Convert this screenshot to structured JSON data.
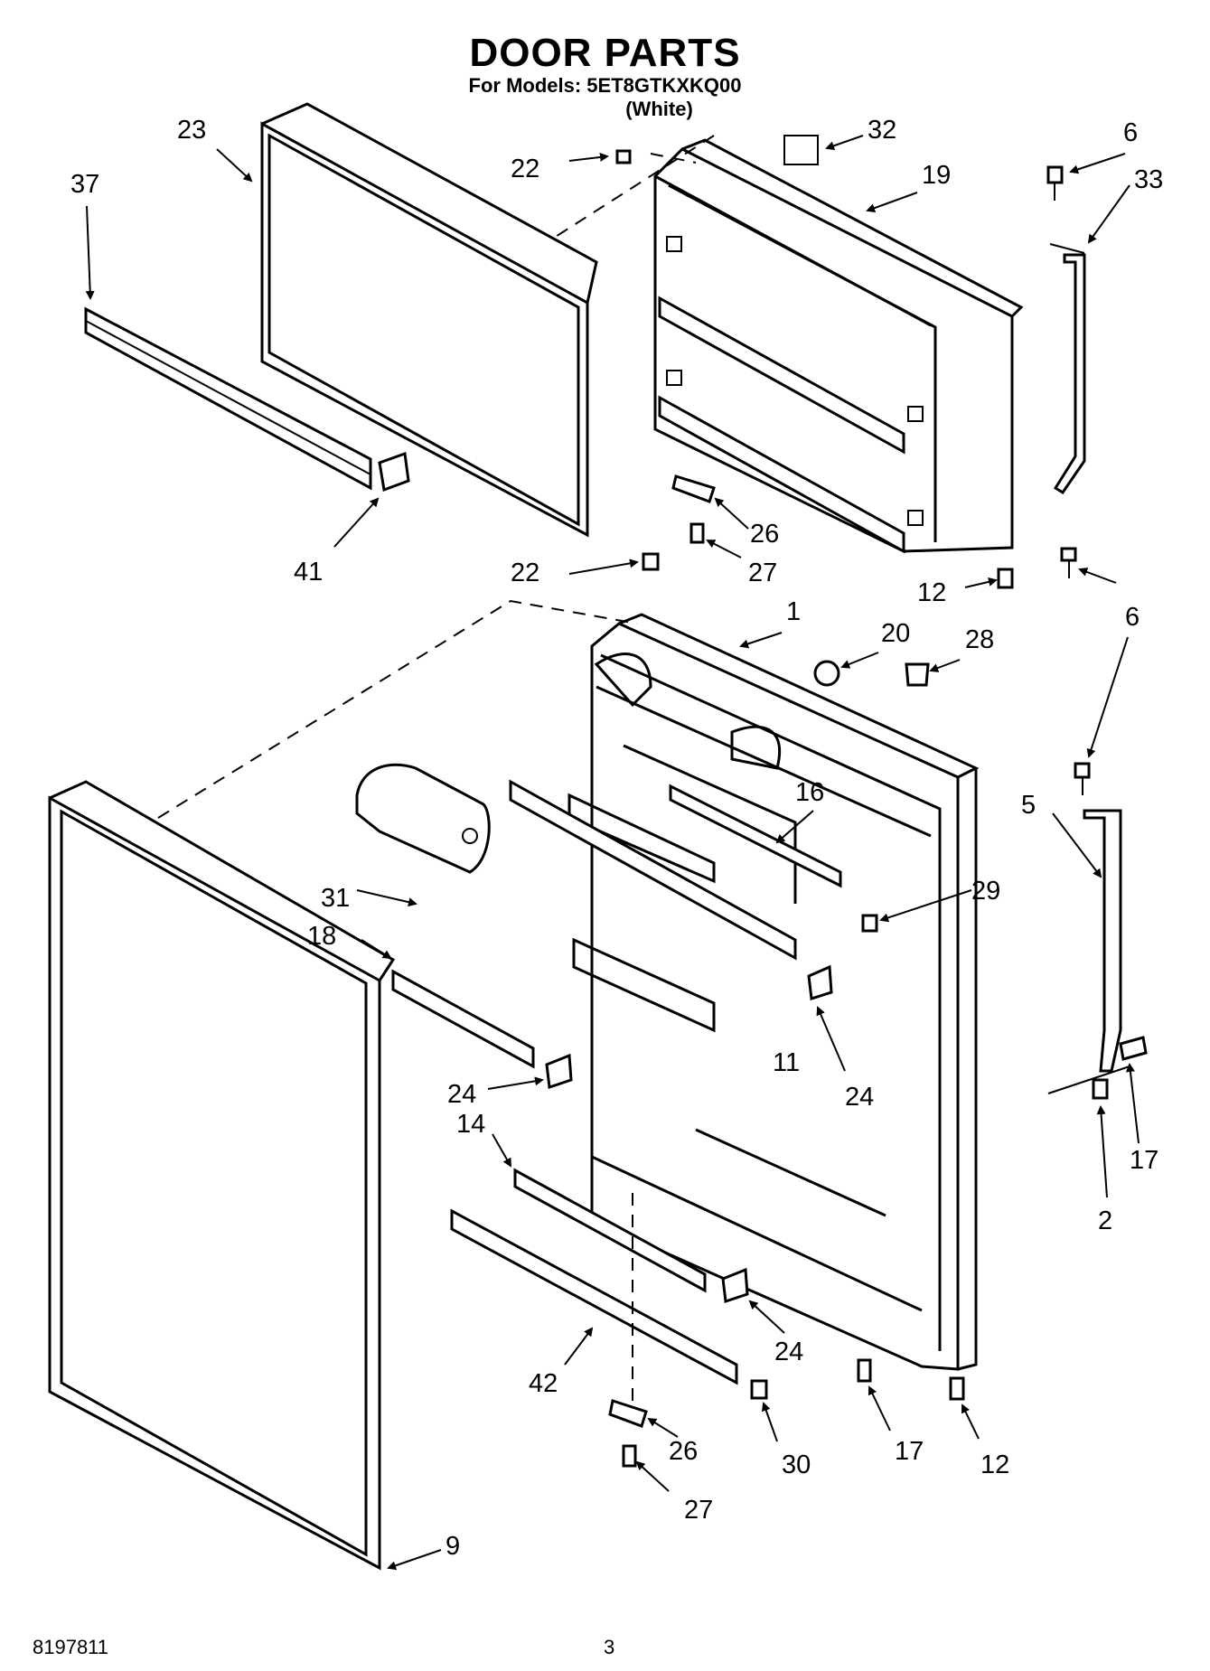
{
  "header": {
    "title": "DOOR PARTS",
    "models_line": "For Models: 5ET8GTKXKQ00",
    "color_line": "(White)"
  },
  "footer": {
    "doc_number": "8197811",
    "page_number": "3"
  },
  "callouts": [
    "23",
    "37",
    "41",
    "22",
    "32",
    "19",
    "6",
    "33",
    "26",
    "27",
    "22",
    "12",
    "1",
    "20",
    "28",
    "6",
    "5",
    "16",
    "29",
    "31",
    "18",
    "24",
    "11",
    "24",
    "14",
    "2",
    "17",
    "42",
    "24",
    "26",
    "27",
    "30",
    "17",
    "12",
    "9"
  ]
}
